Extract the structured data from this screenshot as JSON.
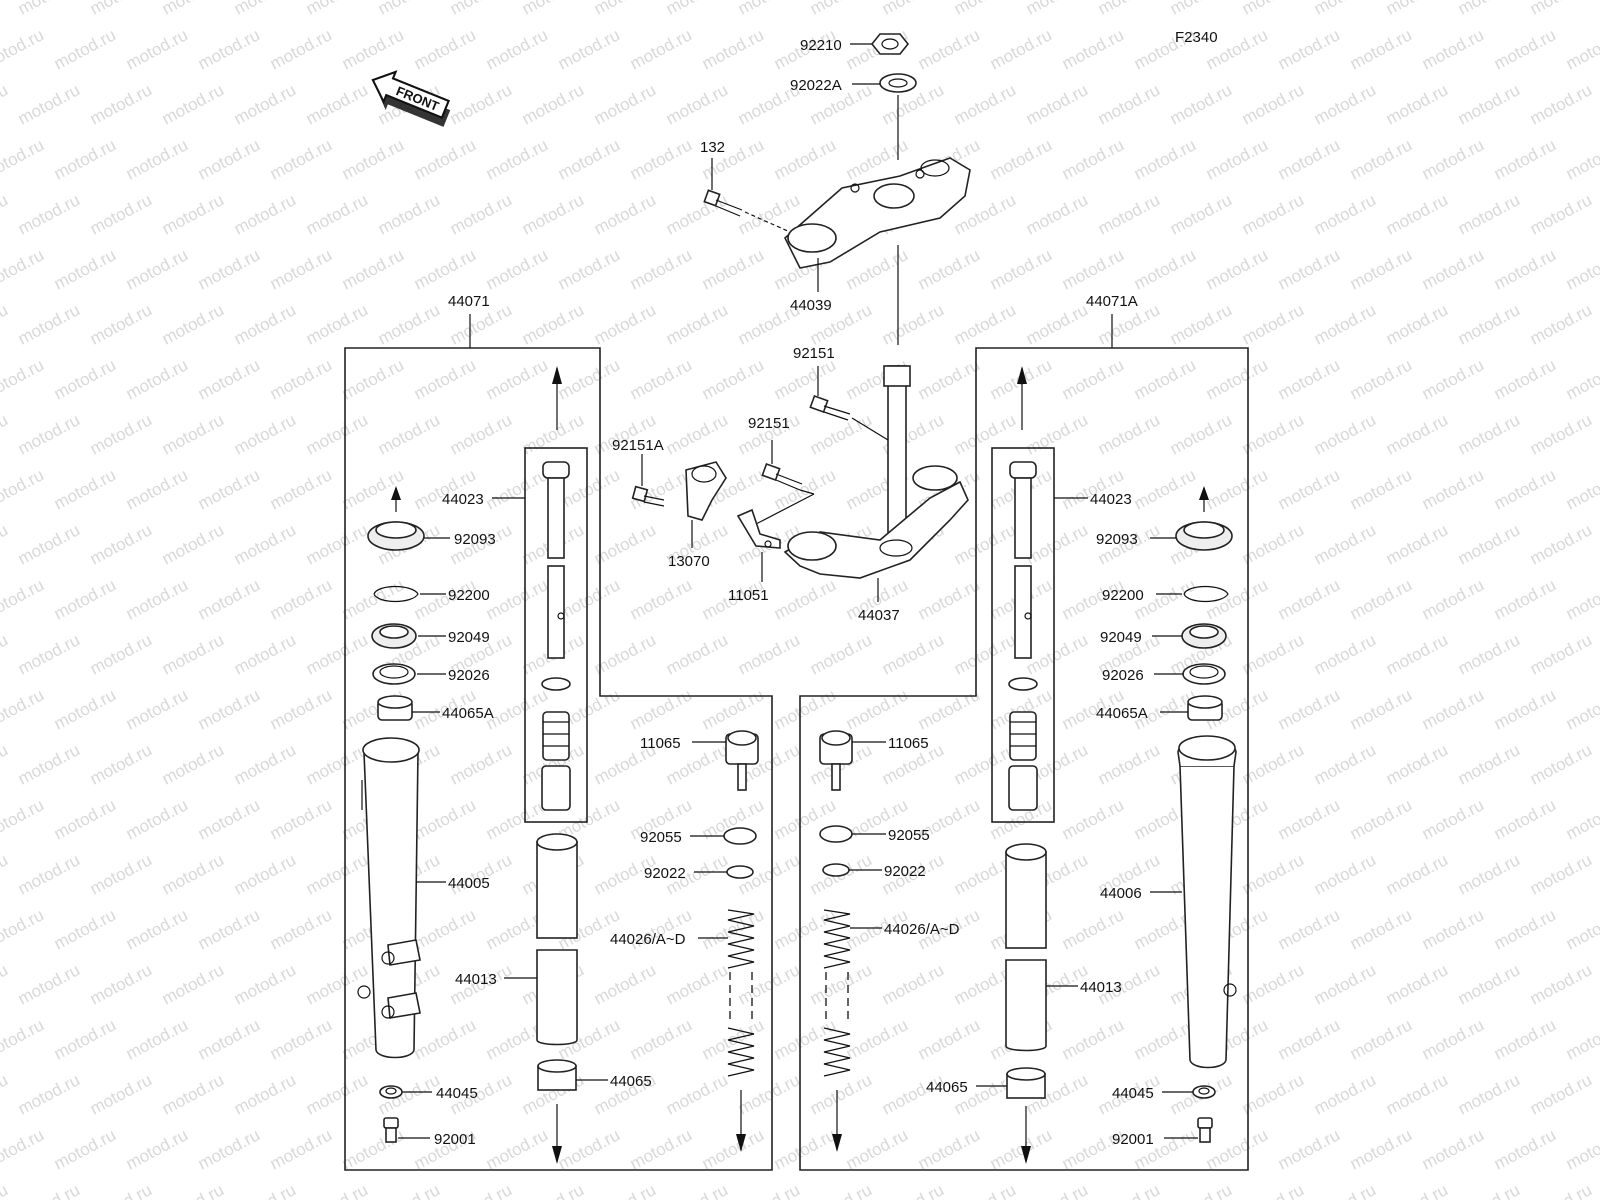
{
  "figure_code": "F2340",
  "front_label": "FRONT",
  "watermark": "motod.ru",
  "parts": {
    "p92210": "92210",
    "p92022A": "92022A",
    "p132": "132",
    "p44039": "44039",
    "p44071": "44071",
    "p44071A": "44071A",
    "p92151_a": "92151",
    "p92151_b": "92151",
    "p92151A": "92151A",
    "p13070": "13070",
    "p11051": "11051",
    "p44037": "44037",
    "L_44023": "44023",
    "L_92093": "92093",
    "L_92200": "92200",
    "L_92049": "92049",
    "L_92026": "92026",
    "L_44065A": "44065A",
    "L_44005": "44005",
    "L_44013": "44013",
    "L_44065": "44065",
    "L_44045": "44045",
    "L_92001": "92001",
    "L_11065": "11065",
    "L_92055": "92055",
    "L_92022": "92022",
    "L_44026": "44026/A~D",
    "R_44023": "44023",
    "R_92093": "92093",
    "R_92200": "92200",
    "R_92049": "92049",
    "R_92026": "92026",
    "R_44065A": "44065A",
    "R_44006": "44006",
    "R_44013": "44013",
    "R_44065": "44065",
    "R_44045": "44045",
    "R_92001": "92001",
    "R_11065": "11065",
    "R_92055": "92055",
    "R_92022": "92022",
    "R_44026": "44026/A~D"
  }
}
